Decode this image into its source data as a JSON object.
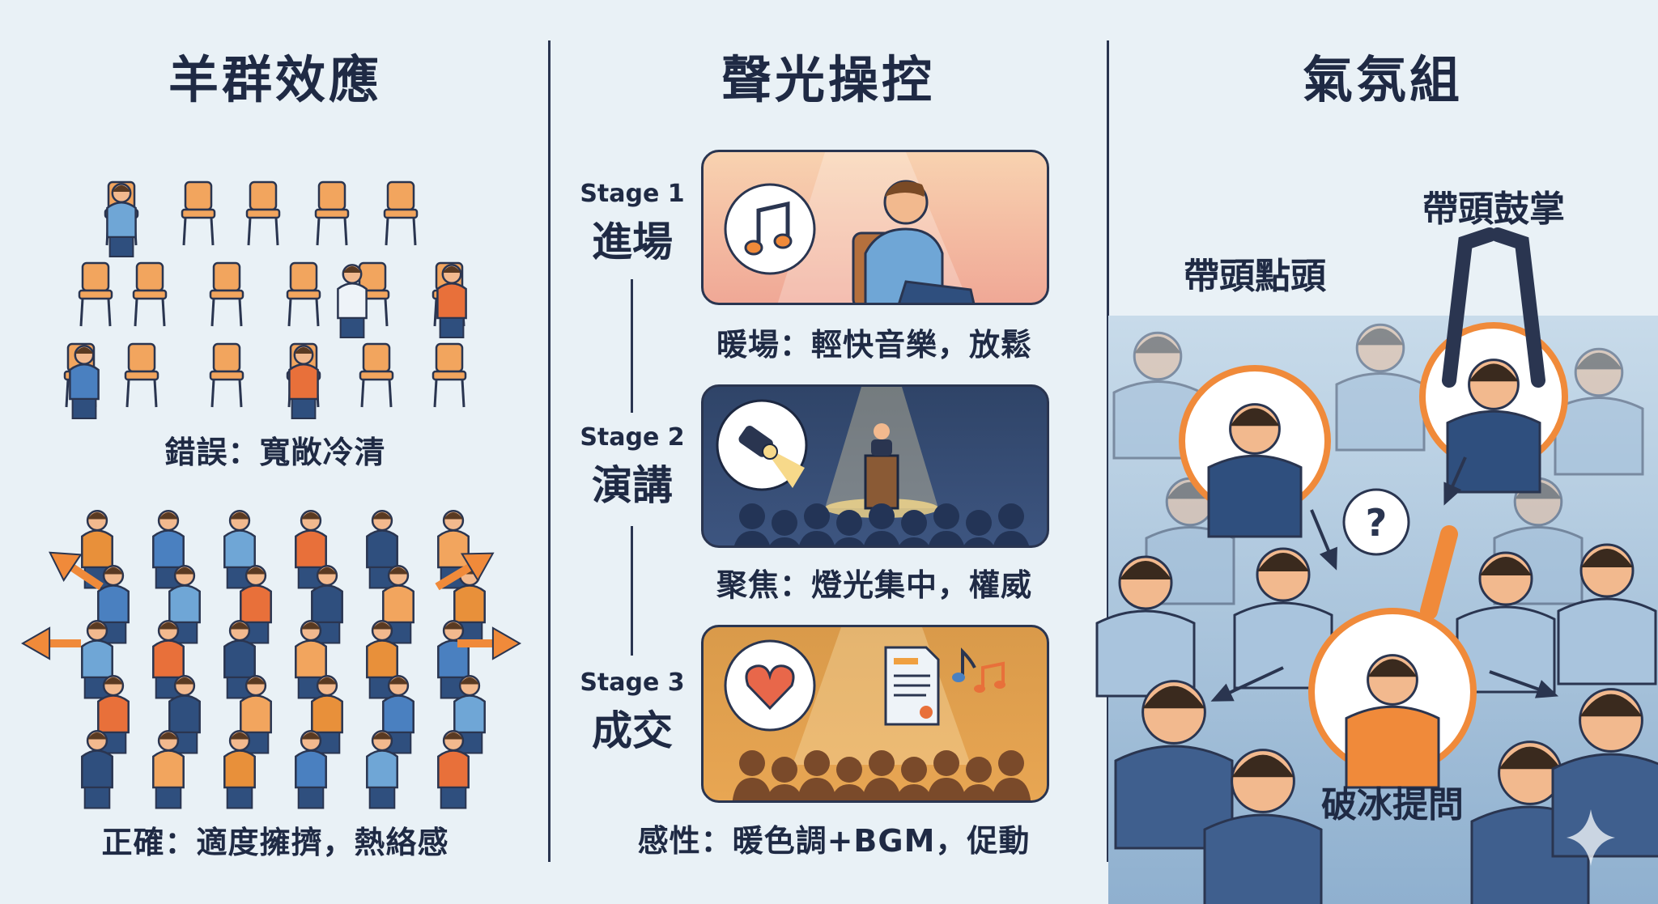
{
  "sections": [
    {
      "title": "羊群效應"
    },
    {
      "title": "聲光操控"
    },
    {
      "title": "氣氛組"
    }
  ],
  "herd": {
    "wrong_caption": "錯誤：寬敞冷清",
    "right_caption": "正確：適度擁擠，熱絡感"
  },
  "stages": [
    {
      "label": "Stage 1",
      "name": "進場",
      "caption": "暖場：輕快音樂，放鬆",
      "icon": "music-note-icon"
    },
    {
      "label": "Stage 2",
      "name": "演講",
      "caption": "聚焦：燈光集中，權威",
      "icon": "spotlight-icon"
    },
    {
      "label": "Stage 3",
      "name": "成交",
      "caption": "感性：暖色調+BGM，促動",
      "icon": "heart-icon"
    }
  ],
  "crowd_roles": {
    "nod": "帶頭點頭",
    "clap": "帶頭鼓掌",
    "ask": "破冰提問"
  },
  "colors": {
    "accent": "#f08a3a",
    "navy": "#2a3550",
    "crowd": "#8fb0cf"
  }
}
